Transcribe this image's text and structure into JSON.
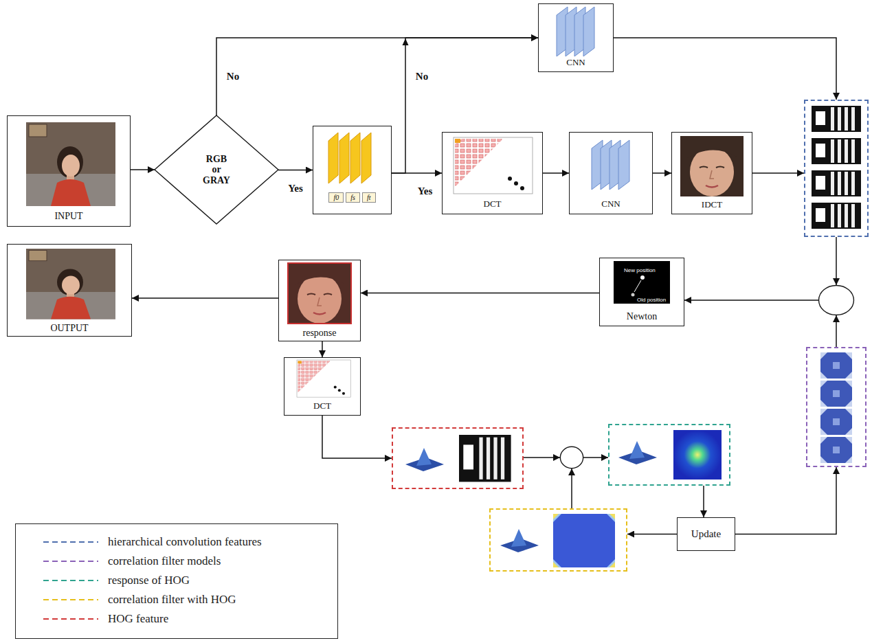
{
  "diagram": {
    "nodes": [
      {
        "text": [
          "INPUT"
        ]
      },
      {
        "text": [
          "RGB or GRAY"
        ]
      },
      {
        "text": [
          "CNN"
        ]
      },
      {
        "text": [
          "f0",
          "fs",
          "ft"
        ]
      },
      {
        "text": [
          "DCT"
        ]
      },
      {
        "text": [
          "CNN"
        ]
      },
      {
        "text": [
          "IDCT"
        ]
      },
      {
        "text": []
      },
      {
        "text": [
          "OUTPUT"
        ]
      },
      {
        "text": [
          "response"
        ]
      },
      {
        "text": [
          "Newton"
        ]
      },
      {
        "text": []
      },
      {
        "text": [
          "DCT"
        ]
      },
      {
        "text": []
      },
      {
        "text": []
      },
      {
        "text": []
      },
      {
        "text": []
      },
      {
        "text": []
      },
      {
        "text": [
          "Update"
        ]
      }
    ],
    "edges": [
      {
        "from": 0,
        "to": 1,
        "arrow": "to"
      },
      {
        "from": 1,
        "to": 3,
        "arrow": "to",
        "label": "Yes"
      },
      {
        "from": 1,
        "to": 2,
        "arrow": "to",
        "label": "No"
      },
      {
        "from": 3,
        "to": 4,
        "arrow": "to",
        "label": "Yes"
      },
      {
        "from": 3,
        "to": 2,
        "arrow": "to",
        "label": "No"
      },
      {
        "from": 4,
        "to": 5,
        "arrow": "to"
      },
      {
        "from": 5,
        "to": 6,
        "arrow": "to"
      },
      {
        "from": 6,
        "to": 7,
        "arrow": "to"
      },
      {
        "from": 2,
        "to": 7,
        "arrow": "to"
      },
      {
        "from": 7,
        "to": 11,
        "arrow": "to"
      },
      {
        "from": 16,
        "to": 11,
        "arrow": "to"
      },
      {
        "from": 11,
        "to": 10,
        "arrow": "to"
      },
      {
        "from": 10,
        "to": 9,
        "arrow": "to"
      },
      {
        "from": 9,
        "to": 8,
        "arrow": "to"
      },
      {
        "from": 9,
        "to": 12,
        "arrow": "to"
      },
      {
        "from": 12,
        "to": 13,
        "arrow": "to"
      },
      {
        "from": 13,
        "to": 14,
        "arrow": "to"
      },
      {
        "from": 14,
        "to": 15,
        "arrow": "to"
      },
      {
        "from": 17,
        "to": 14,
        "arrow": "to"
      },
      {
        "from": 15,
        "to": 18,
        "arrow": "to"
      },
      {
        "from": 18,
        "to": 17,
        "arrow": "to"
      },
      {
        "from": 18,
        "to": 16,
        "arrow": "to"
      }
    ],
    "labels": [
      "New position",
      "Old position"
    ],
    "legend": [
      {
        "text": "hierarchical convolution features"
      },
      {
        "text": "correlation filter models"
      },
      {
        "text": "response of HOG"
      },
      {
        "text": "correlation filter with HOG"
      },
      {
        "text": "HOG feature"
      }
    ]
  }
}
